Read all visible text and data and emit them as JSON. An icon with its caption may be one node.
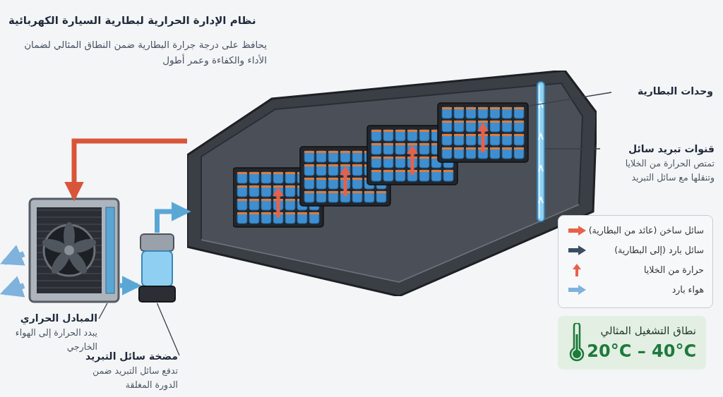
{
  "diagram": {
    "title": "نظام الإدارة الحرارية لبطارية السيارة الكهربائية",
    "nodes": [
      {
        "text": [
          "وحدات البطارية"
        ]
      },
      {
        "text": [
          "قنوات تبريد سائل",
          "تمتص الحرارة من الخلايا وتنقلها مع سائل التبريد"
        ]
      },
      {
        "text": [
          "المبادل الحراري",
          "يبدد الحرارة إلى الهواء الخارجي"
        ]
      },
      {
        "text": [
          "مضخة سائل التبريد",
          "تدفع سائل التبريد ضمن الدورة المغلقة"
        ]
      },
      {
        "text": [
          "نطاق التشغيل المثالي",
          "20°C – 40°C"
        ]
      },
      {
        "text": [],
        "shape": "picture"
      },
      {
        "text": [],
        "shape": "picture",
        "in": 5
      },
      {
        "text": [],
        "shape": "picture",
        "in": 5
      },
      {
        "text": [],
        "shape": "picture"
      },
      {
        "text": [],
        "shape": "picture"
      }
    ],
    "edges": [
      {
        "from": 0,
        "to": 6,
        "arrow": "none"
      },
      {
        "from": 1,
        "to": 7,
        "arrow": "none"
      },
      {
        "from": 2,
        "to": 8,
        "arrow": "none"
      },
      {
        "from": 3,
        "to": 9,
        "arrow": "none"
      },
      {
        "from": 5,
        "to": 8,
        "arrow": "to",
        "style": "thick",
        "color": "#d9553a"
      },
      {
        "from": 8,
        "to": 9,
        "arrow": "to",
        "style": "thick",
        "color": "#5aa7d6"
      },
      {
        "from": 9,
        "to": 5,
        "arrow": "to",
        "style": "thick",
        "color": "#5aa7d6"
      }
    ],
    "labels": [
      "يحافظ على درجة جرارة البطارية ضمن النطاق المثالي لضمان الأداء والكفاءة وعمر أطول"
    ],
    "legend": [
      {
        "text": "سائل ساخن (عائد من البطارية)"
      },
      {
        "text": "سائل بارد (إلى البطارية)"
      },
      {
        "text": "حرارة من الخلايا"
      },
      {
        "text": "هواء بارد"
      }
    ]
  }
}
